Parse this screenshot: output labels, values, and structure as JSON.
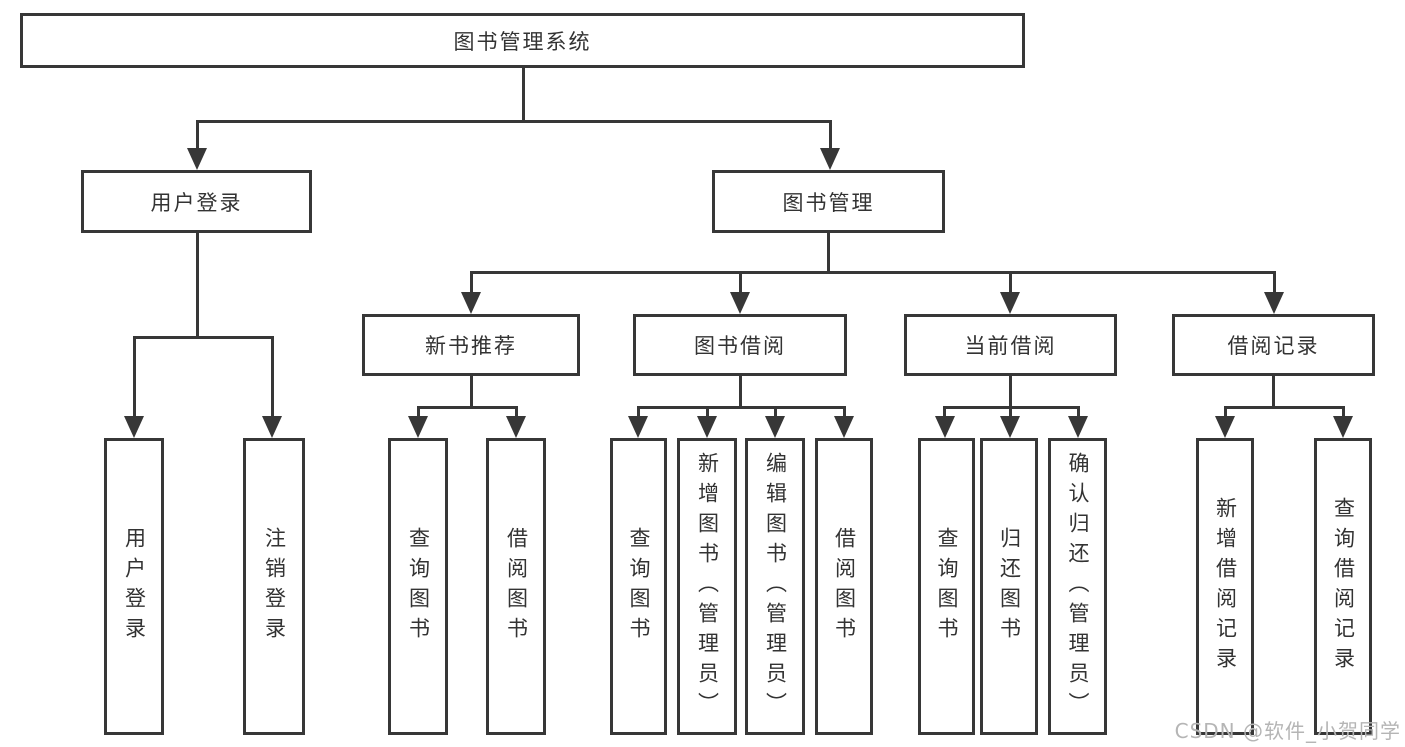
{
  "root": {
    "label": "图书管理系统"
  },
  "level2": {
    "user_login": {
      "label": "用户登录"
    },
    "book_mgmt": {
      "label": "图书管理"
    }
  },
  "level3": {
    "new_book": {
      "label": "新书推荐"
    },
    "book_borrow": {
      "label": "图书借阅"
    },
    "current_borrow": {
      "label": "当前借阅"
    },
    "borrow_record": {
      "label": "借阅记录"
    }
  },
  "leaves": {
    "user_login": {
      "label": "用户登录"
    },
    "logout": {
      "label": "注销登录"
    },
    "nb_query": {
      "label": "查询图书"
    },
    "nb_borrow": {
      "label": "借阅图书"
    },
    "bb_query": {
      "label": "查询图书"
    },
    "bb_add": {
      "label": "新增图书（管理员）"
    },
    "bb_edit": {
      "label": "编辑图书（管理员）"
    },
    "bb_borrow": {
      "label": "借阅图书"
    },
    "cb_query": {
      "label": "查询图书"
    },
    "cb_return": {
      "label": "归还图书"
    },
    "cb_confirm": {
      "label": "确认归还（管理员）"
    },
    "br_add": {
      "label": "新增借阅记录"
    },
    "br_query": {
      "label": "查询借阅记录"
    }
  },
  "watermark": {
    "text": "CSDN @软件_小贺同学"
  },
  "colors": {
    "line": "#373737",
    "text": "#333333",
    "bg": "#ffffff",
    "watermark": "#b5b5b5"
  }
}
